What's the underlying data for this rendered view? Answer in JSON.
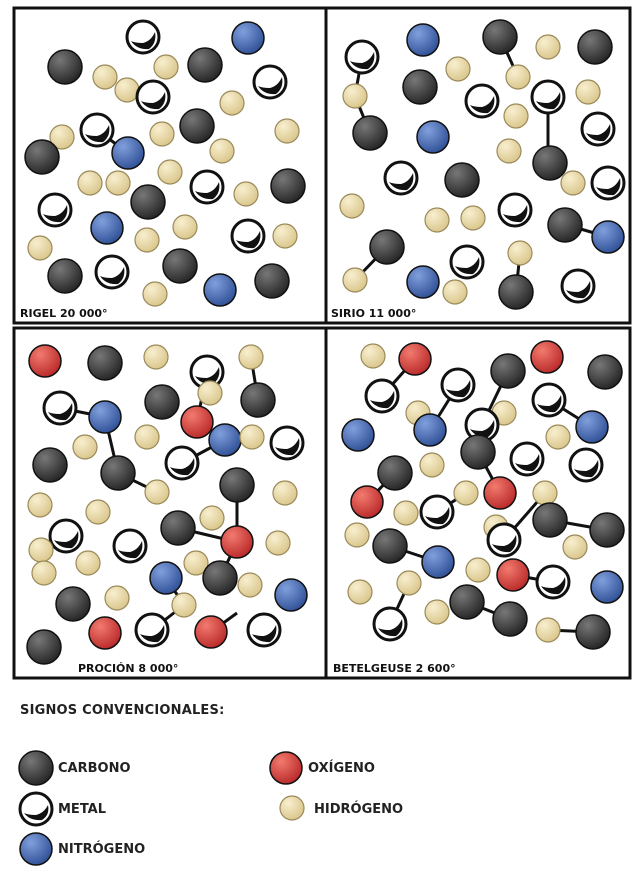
{
  "panels": [
    {
      "label": "RIGEL 20 000°"
    },
    {
      "label": "SIRIO 11 000°"
    },
    {
      "label": "PROCIÓN 8 000°"
    },
    {
      "label": "BETELGEUSE 2 600°"
    }
  ],
  "legend": {
    "title": "SIGNOS CONVENCIONALES:",
    "carbon": "CARBONO",
    "metal": "METAL",
    "nitrogen": "NITRÓGENO",
    "oxygen": "OXÍGENO",
    "hydrogen": "HIDRÓGENO"
  },
  "colors": {
    "carbon": "#3a3a3a",
    "metal": "#ffffff",
    "nitrogen": "#4a6fb3",
    "oxygen": "#d94040",
    "hydrogen": "#ebdcaa",
    "border": "#111111"
  }
}
